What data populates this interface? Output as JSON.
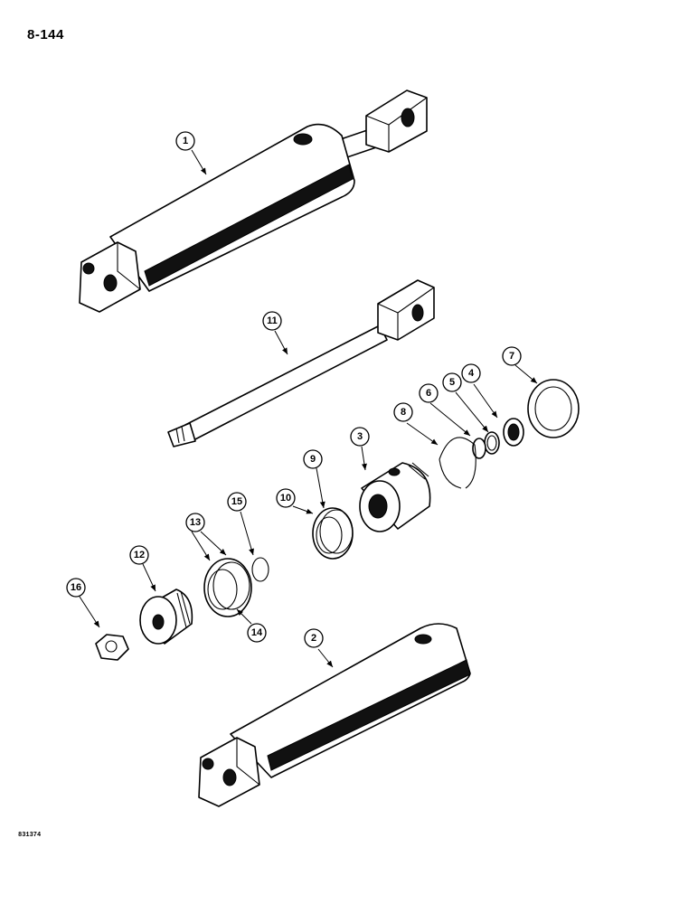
{
  "page": {
    "page_number": "8-144",
    "figure_code": "831374"
  },
  "callouts": [
    {
      "id": "callout-1",
      "label": "1"
    },
    {
      "id": "callout-2",
      "label": "2"
    },
    {
      "id": "callout-3",
      "label": "3"
    },
    {
      "id": "callout-4",
      "label": "4"
    },
    {
      "id": "callout-5",
      "label": "5"
    },
    {
      "id": "callout-6",
      "label": "6"
    },
    {
      "id": "callout-7",
      "label": "7"
    },
    {
      "id": "callout-8",
      "label": "8"
    },
    {
      "id": "callout-9",
      "label": "9"
    },
    {
      "id": "callout-10",
      "label": "10"
    },
    {
      "id": "callout-11",
      "label": "11"
    },
    {
      "id": "callout-12",
      "label": "12"
    },
    {
      "id": "callout-13",
      "label": "13"
    },
    {
      "id": "callout-14",
      "label": "14"
    },
    {
      "id": "callout-15",
      "label": "15"
    },
    {
      "id": "callout-16",
      "label": "16"
    }
  ]
}
